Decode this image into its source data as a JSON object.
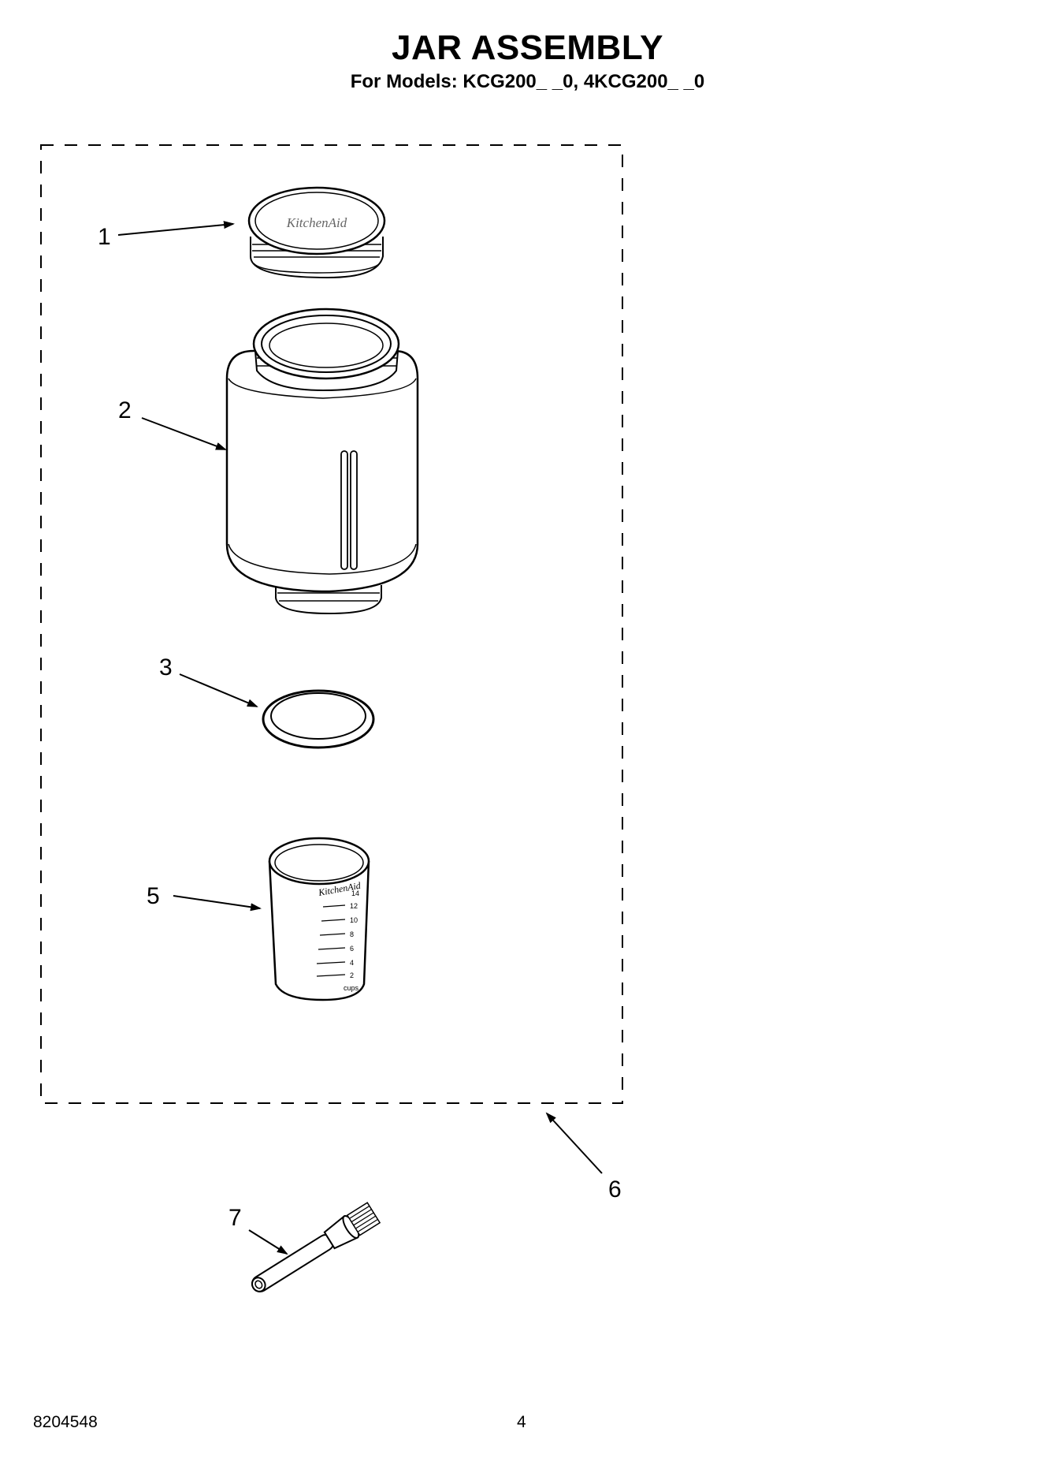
{
  "header": {
    "title": "JAR ASSEMBLY",
    "subtitle": "For Models: KCG200_ _0, 4KCG200_ _0"
  },
  "parts": [
    {
      "callout": "1",
      "part": "lid"
    },
    {
      "callout": "2",
      "part": "jar"
    },
    {
      "callout": "3",
      "part": "gasket ring"
    },
    {
      "callout": "5",
      "part": "measuring cup"
    },
    {
      "callout": "6",
      "part": "assembly kit"
    },
    {
      "callout": "7",
      "part": "cleaning brush"
    }
  ],
  "lid_logo": "KitchenAid",
  "cup_markings": [
    "14",
    "12",
    "10",
    "8",
    "6",
    "4",
    "2",
    "cups"
  ],
  "footer": {
    "doc_number": "8204548",
    "page_number": "4"
  }
}
